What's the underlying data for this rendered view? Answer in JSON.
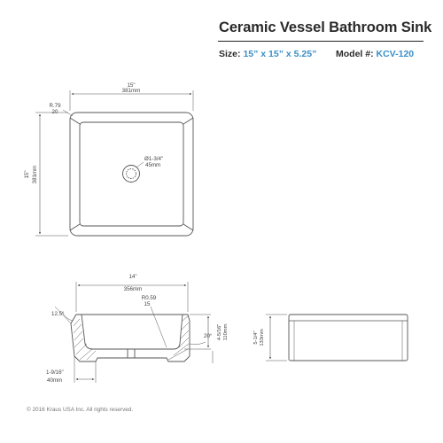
{
  "header": {
    "title": "Ceramic Vessel Bathroom Sink",
    "size_label": "Size:",
    "size_value": "15” x 15” x 5.25”",
    "model_label": "Model #:",
    "model_value": "KCV-120"
  },
  "top_view": {
    "width_in": "15\"",
    "width_mm": "381mm",
    "height_in": "15\"",
    "height_mm": "381mm",
    "radius_in": "R.79",
    "radius_mm": "20",
    "drain_in": "Ø1-3/4\"",
    "drain_mm": "45mm"
  },
  "section_view": {
    "inner_width_in": "14\"",
    "inner_width_mm": "356mm",
    "angle": "12.5°",
    "inner_radius_in": "R0.59",
    "inner_radius_mm": "15",
    "inner_depth_in": "4-5/16\"",
    "inner_depth_mm": "110mm",
    "wall_angle": "20°",
    "base_in": "1-9/16\"",
    "base_mm": "40mm"
  },
  "side_view": {
    "height_in": "5-1/4\"",
    "height_mm": "133mm"
  },
  "footer": {
    "copyright": "© 2016 Kraus USA Inc. All rights reserved."
  },
  "colors": {
    "accent": "#3a8fc7",
    "line": "#555555",
    "text": "#2a2a2a"
  }
}
